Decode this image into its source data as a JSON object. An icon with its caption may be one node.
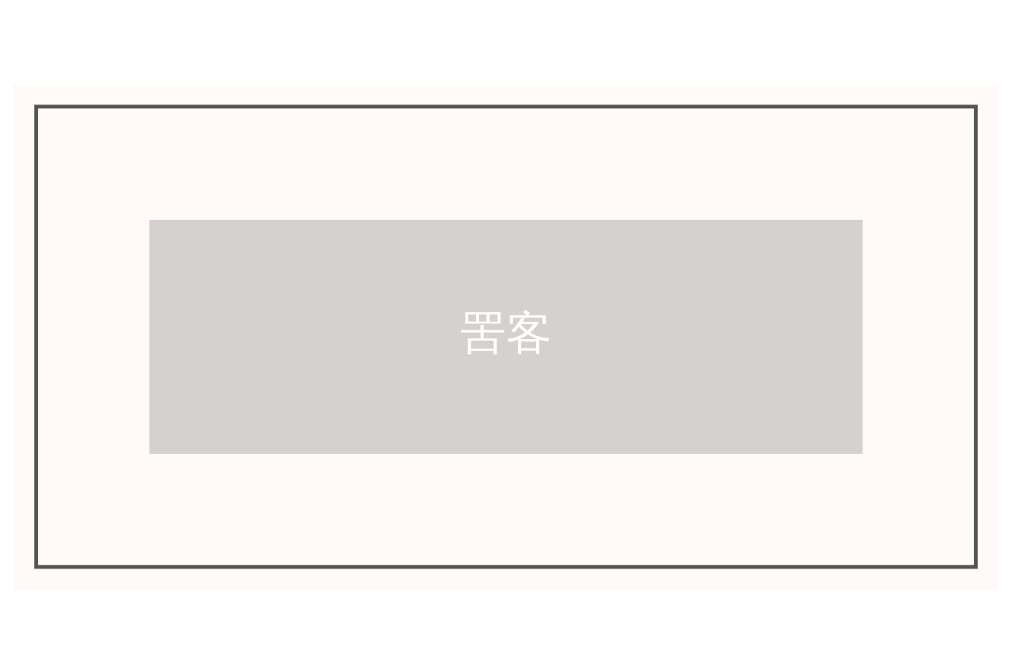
{
  "diagram": {
    "nodes": [
      {
        "text": [],
        "shape": "box"
      },
      {
        "text": [
          "罟客"
        ],
        "in": 0
      }
    ]
  }
}
